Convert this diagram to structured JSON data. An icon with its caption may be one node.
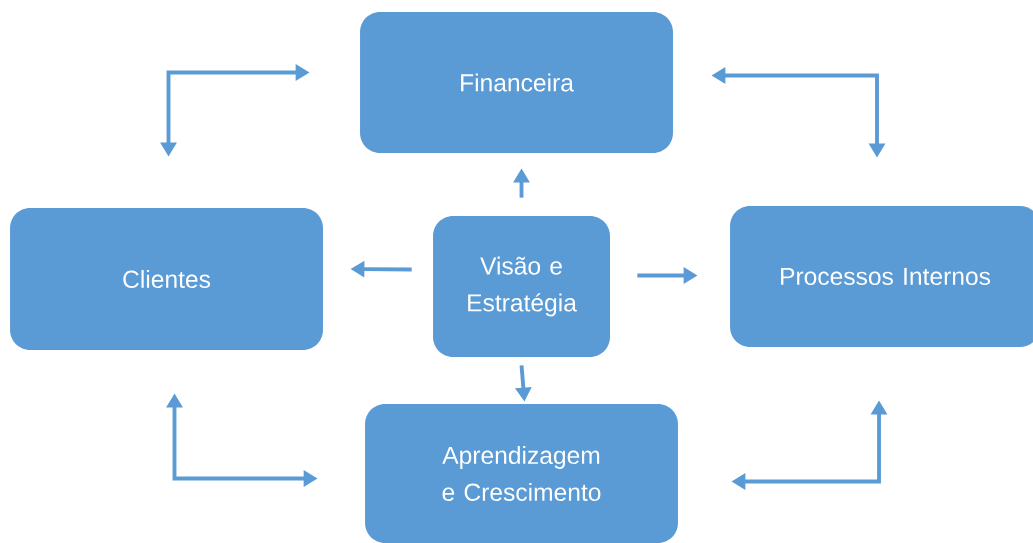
{
  "diagram": {
    "nodes": [
      {
        "text": [
          "Financeira"
        ]
      },
      {
        "text": [
          "Clientes"
        ]
      },
      {
        "text": [
          "Visão e Estratégia"
        ]
      },
      {
        "text": [
          "Processos Internos"
        ]
      },
      {
        "text": [
          "Aprendizagem e Crescimento"
        ]
      }
    ],
    "edges": [
      {
        "from": 2,
        "to": 0,
        "arrow": "to"
      },
      {
        "from": 2,
        "to": 1,
        "arrow": "to"
      },
      {
        "from": 2,
        "to": 3,
        "arrow": "to"
      },
      {
        "from": 2,
        "to": 4,
        "arrow": "to"
      },
      {
        "from": 1,
        "to": 0,
        "arrow": "both"
      },
      {
        "from": 0,
        "to": 3,
        "arrow": "both"
      },
      {
        "from": 3,
        "to": 4,
        "arrow": "both"
      },
      {
        "from": 4,
        "to": 1,
        "arrow": "both"
      }
    ]
  }
}
